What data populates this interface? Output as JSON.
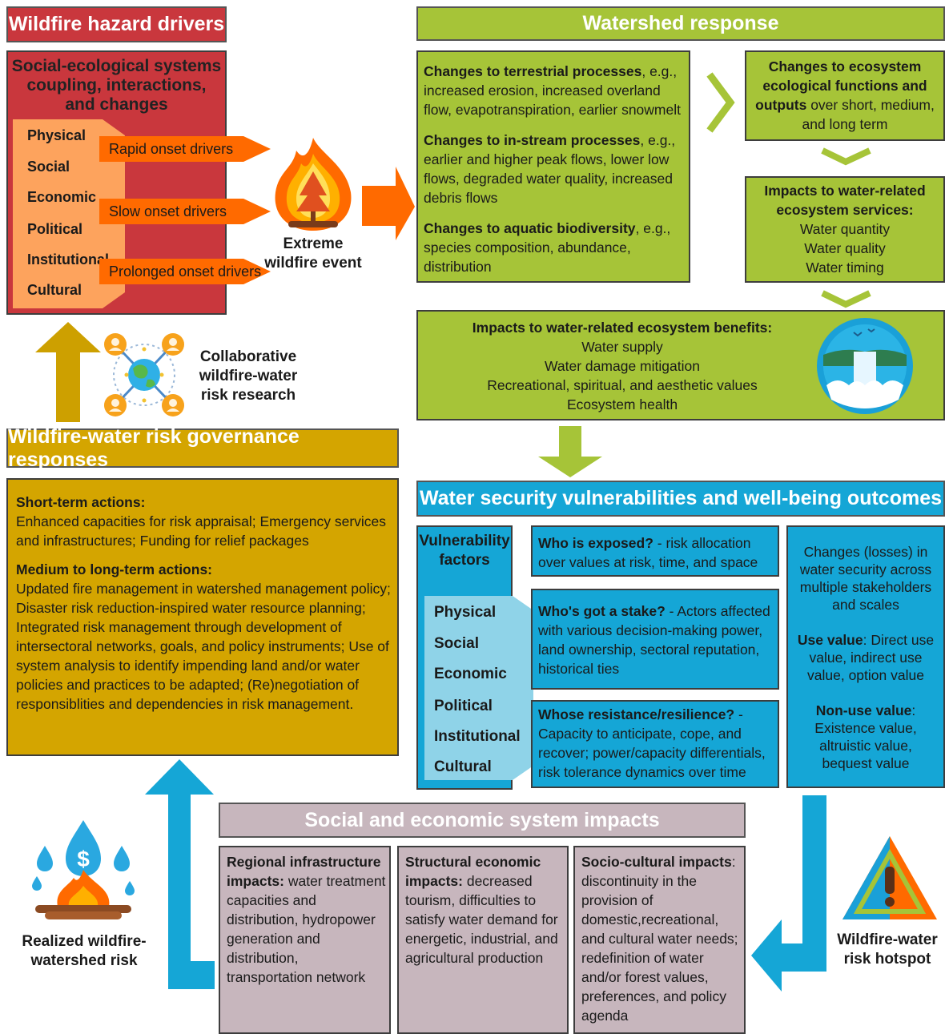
{
  "hazard": {
    "header": "Wildfire hazard drivers",
    "ses_title": "Social-ecological systems coupling, interactions, and changes",
    "dimensions": [
      "Physical",
      "Social",
      "Economic",
      "Political",
      "Institutional",
      "Cultural"
    ],
    "drivers": [
      "Rapid onset drivers",
      "Slow onset drivers",
      "Prolonged onset drivers"
    ],
    "event_label": "Extreme wildfire event"
  },
  "watershed": {
    "header": "Watershed response",
    "processes": [
      {
        "title": "Changes to terrestrial processes",
        "text": ", e.g., increased erosion, increased overland flow, evapotranspiration, earlier snowmelt"
      },
      {
        "title": "Changes to in-stream processes",
        "text": ", e.g., earlier and higher peak flows, lower low flows, degraded water quality, increased debris flows"
      },
      {
        "title": "Changes to aquatic biodiversity",
        "text": ", e.g., species composition, abundance, distribution"
      }
    ],
    "ecosystem_functions": {
      "title": "Changes to ecosystem ecological functions and outputs",
      "text": " over short, medium, and long term"
    },
    "services": {
      "title": "Impacts to water-related ecosystem services:",
      "items": [
        "Water quantity",
        "Water quality",
        "Water timing"
      ]
    },
    "benefits": {
      "title": "Impacts to water-related ecosystem benefits:",
      "items": [
        "Water supply",
        "Water damage mitigation",
        "Recreational, spiritual, and aesthetic values",
        "Ecosystem health"
      ]
    }
  },
  "security": {
    "header": "Water security vulnerabilities and well-being outcomes",
    "vf_title": "Vulnerability factors",
    "vf_items": [
      "Physical",
      "Social",
      "Economic",
      "Political",
      "Institutional",
      "Cultural"
    ],
    "questions": [
      {
        "title": "Who is exposed?",
        "text": " - risk allocation over values at risk, time, and space"
      },
      {
        "title": "Who's got a stake?",
        "text": " - Actors affected with various decision-making power, land ownership, sectoral reputation, historical ties"
      },
      {
        "title": "Whose resistance/resilience?",
        "text": " - Capacity to anticipate, cope, and recover; power/capacity differentials, risk tolerance dynamics over time"
      }
    ],
    "changes": "Changes (losses) in water security across multiple stakeholders and scales",
    "use_title": "Use value",
    "use_text": ": Direct use value, indirect use value, option value",
    "nonuse_title": "Non-use value",
    "nonuse_text": ": Existence value, altruistic value, bequest value"
  },
  "governance": {
    "header": "Wildfire-water risk governance responses",
    "short_title": "Short-term actions:",
    "short_text": "Enhanced capacities for risk appraisal; Emergency services and infrastructures; Funding for relief packages",
    "medium_title": "Medium to long-term actions:",
    "medium_text": "Updated fire management in watershed management policy; Disaster risk reduction-inspired water resource planning; Integrated risk management through development of intersectoral networks, goals, and policy instruments; Use of system analysis to identify impending land and/or water policies and practices to be adapted; (Re)negotiation of responsiblities and dependencies in risk management."
  },
  "collab_label": "Collaborative wildfire-water risk research",
  "impacts": {
    "header": "Social and economic system impacts",
    "boxes": [
      {
        "title": "Regional infrastructure impacts:",
        "text": " water treatment capacities and distribution, hydropower generation and distribution, transportation network"
      },
      {
        "title": "Structural economic impacts:",
        "text": " decreased tourism, difficulties to satisfy water demand for energetic, industrial, and agricultural production"
      },
      {
        "title": "Socio-cultural impacts",
        "text": ": discontinuity in the provision of domestic,recreational, and cultural water needs; redefinition of water and/or forest values, preferences, and policy agenda"
      }
    ]
  },
  "realized_label": "Realized wildfire-watershed risk",
  "hotspot_label": "Wildfire-water risk hotspot",
  "icons": {
    "fire": "wildfire-tree-icon",
    "collab": "network-globe-icon",
    "waterfall": "waterfall-icon",
    "realized": "water-money-fire-icon",
    "hotspot": "warning-triangle-icon"
  },
  "colors": {
    "red": "#c9373d",
    "green": "#a6c438",
    "blue": "#15a6d6",
    "gold": "#d4a500",
    "mauve": "#c7b6bd",
    "orange": "#ff6a00"
  }
}
